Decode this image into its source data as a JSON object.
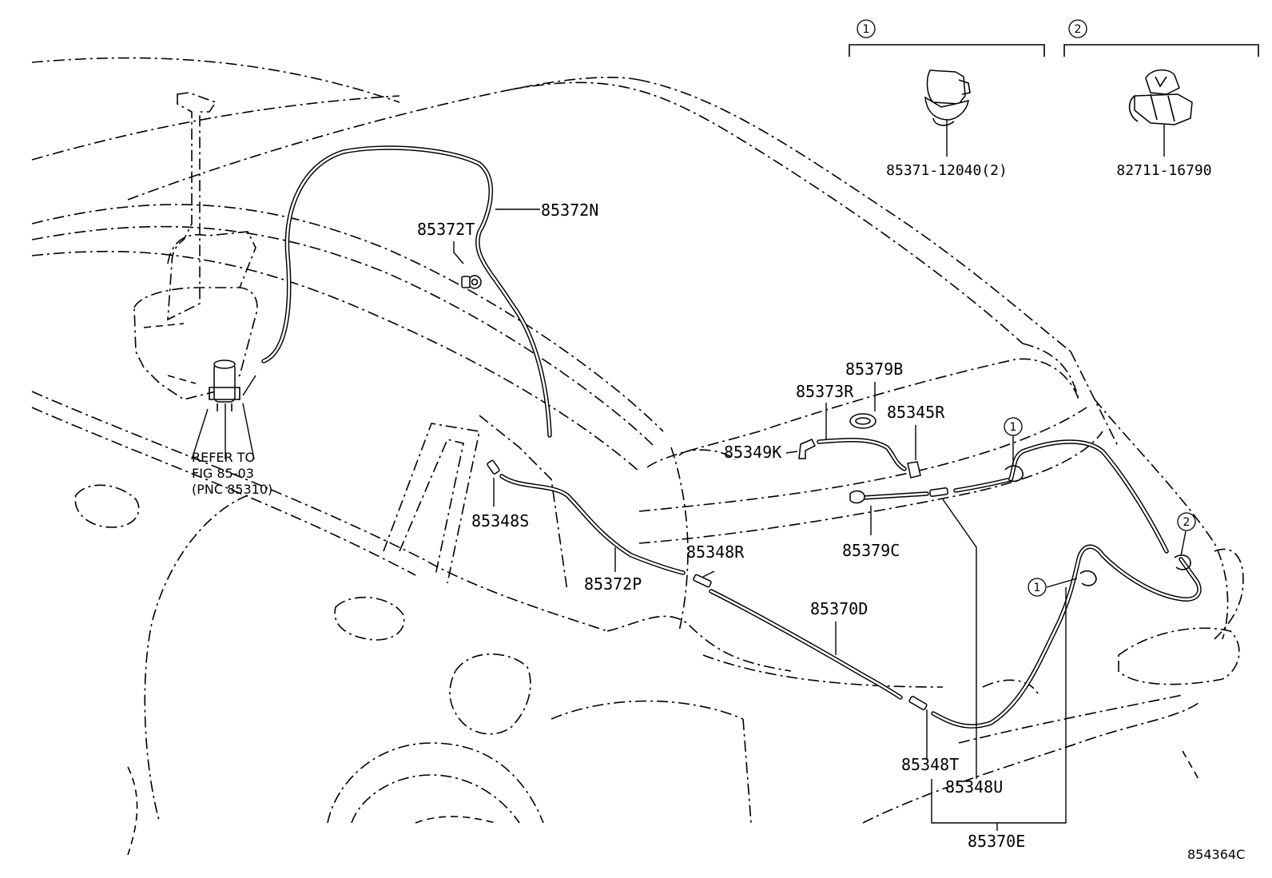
{
  "callouts": {
    "c1_top": "1",
    "c2_top": "2",
    "c1_hose_a": "1",
    "c1_hose_b": "1",
    "c2_hose": "2"
  },
  "parts": {
    "p85371": "85371-12040(2)",
    "p82711": "82711-16790",
    "p85372N": "85372N",
    "p85372T": "85372T",
    "p85379B": "85379B",
    "p85373R": "85373R",
    "p85345R": "85345R",
    "p85349K": "85349K",
    "p85348S": "85348S",
    "p85379C": "85379C",
    "p85348R": "85348R",
    "p85372P": "85372P",
    "p85370D": "85370D",
    "p85348T": "85348T",
    "p85348U": "85348U",
    "p85370E": "85370E"
  },
  "reference": {
    "line1": "REFER TO",
    "line2": "FIG 85-03",
    "line3": "(PNC 85310)"
  },
  "figure_code": "854364C"
}
